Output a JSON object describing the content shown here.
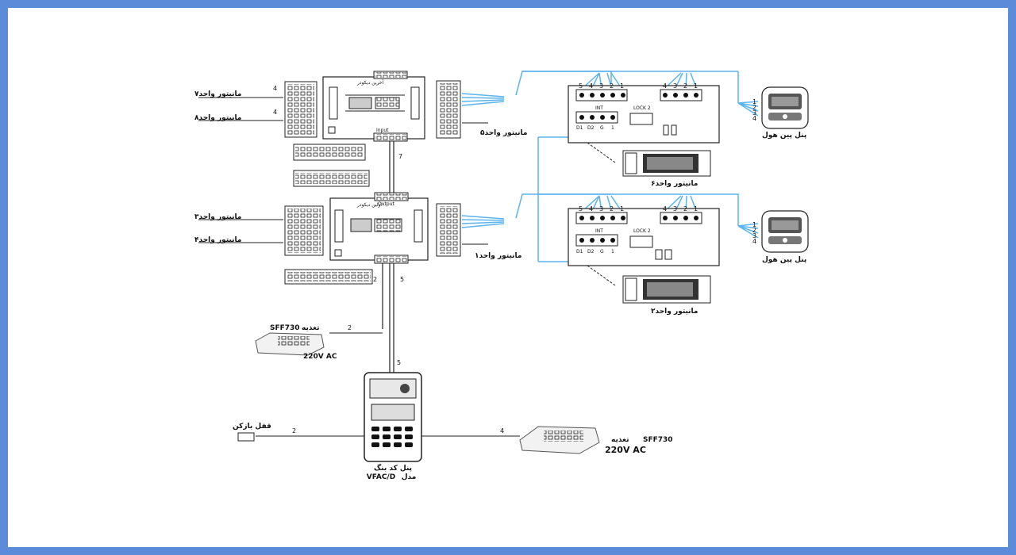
{
  "labels": {
    "monitor_7": "مانیتور واحد۷",
    "monitor_8": "مانیتور واحد۸",
    "monitor_3": "مانیتور واحد۳",
    "monitor_4": "مانیتور واحد۴",
    "monitor_5": "مانیتور واحد۵",
    "monitor_1": "مانیتور واحد۱",
    "monitor_6": "مانیتور واحد۶",
    "monitor_2": "مانیتور واحد۲",
    "hall_panel_top": "پنل پین هول",
    "hall_panel_bottom": "پنل پین هول",
    "psu_left_model": "SFF730",
    "psu_left_title": "تغذیه",
    "psu_left_voltage": "220V AC",
    "psu_right_model": "SFF730",
    "psu_right_title": "تغذیه",
    "psu_right_voltage": "220V AC",
    "lock_label": "قفل بازکن",
    "keypad_title": "پنل کد بنگ",
    "keypad_model": "VFAC/D",
    "keypad_model_word": "مدل",
    "int_label": "INT",
    "lock2_label": "LOCK 2",
    "output_label": "Output",
    "input_label": "Input",
    "top_distributor": "آخرین دیکودر",
    "mid_distributor": "اولین دیکودر"
  },
  "wire_counts": {
    "top_bus": "7",
    "lower_bus_a": "2",
    "lower_bus_b": "5",
    "psu_left": "2",
    "riser": "5",
    "lock": "2",
    "psu_right": "4"
  },
  "terminal_numbers": [
    "5",
    "4",
    "3",
    "2",
    "1"
  ],
  "terminal_numbers_short": [
    "4",
    "3",
    "2",
    "1"
  ],
  "panel_pins": [
    "1",
    "2",
    "3",
    "4"
  ],
  "terminal_bottom": [
    "D1",
    "D2",
    "G",
    "1"
  ],
  "colors": {
    "frame": "#5b8bd9",
    "wire_blue": "#5bb4ee",
    "line": "#222222"
  }
}
